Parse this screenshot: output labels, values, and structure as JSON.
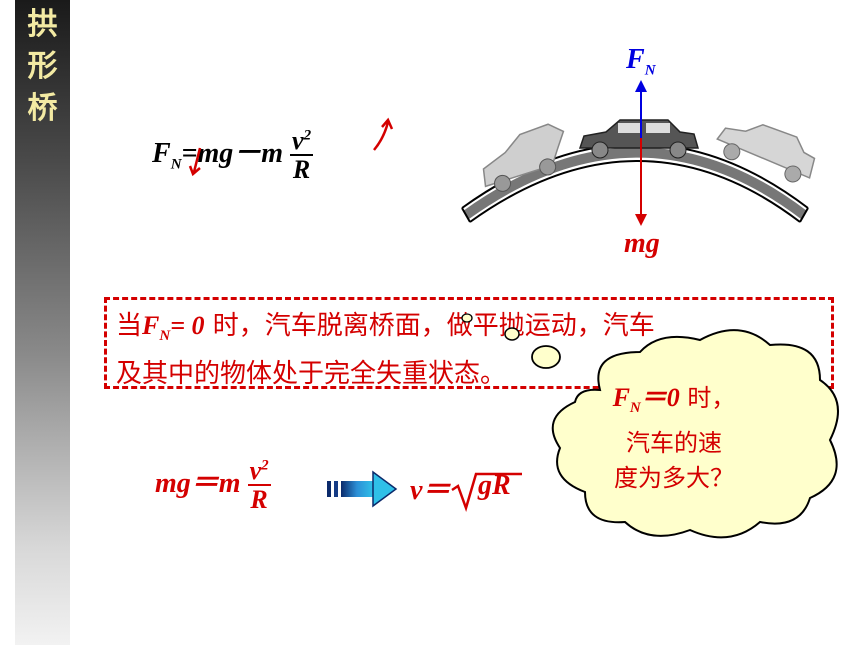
{
  "sidebar": {
    "title_chars": [
      "拱",
      "形",
      "桥"
    ]
  },
  "formula1": {
    "lhs": "F",
    "lhs_sub": "N",
    "rhs": "=mg－m",
    "num": "v",
    "num_sup": "2",
    "den": "R"
  },
  "diagram": {
    "force_up": "F",
    "force_up_sub": "N",
    "force_down": "mg"
  },
  "box": {
    "line1_pre": "当",
    "line1_var": "F",
    "line1_sub": "N",
    "line1_eq": "= 0",
    "line1_post": " 时，汽车脱离桥面，做平抛运动，汽车",
    "line2": "及其中的物体处于完全失重状态。"
  },
  "cloud": {
    "var": "F",
    "sub": "N",
    "eq": "＝0",
    "line1_post": " 时，",
    "line2": "汽车的速",
    "line3": "度为多大？"
  },
  "formula2": {
    "lhs": "mg＝m",
    "num": "v",
    "num_sup": "2",
    "den": "R"
  },
  "formula3": {
    "lhs": "v＝",
    "radicand": "gR"
  },
  "colors": {
    "accent": "#d40000",
    "force_up": "#0000e0",
    "sidebar_text": "#f3eaa3",
    "cloud_fill": "#ffffcc"
  }
}
